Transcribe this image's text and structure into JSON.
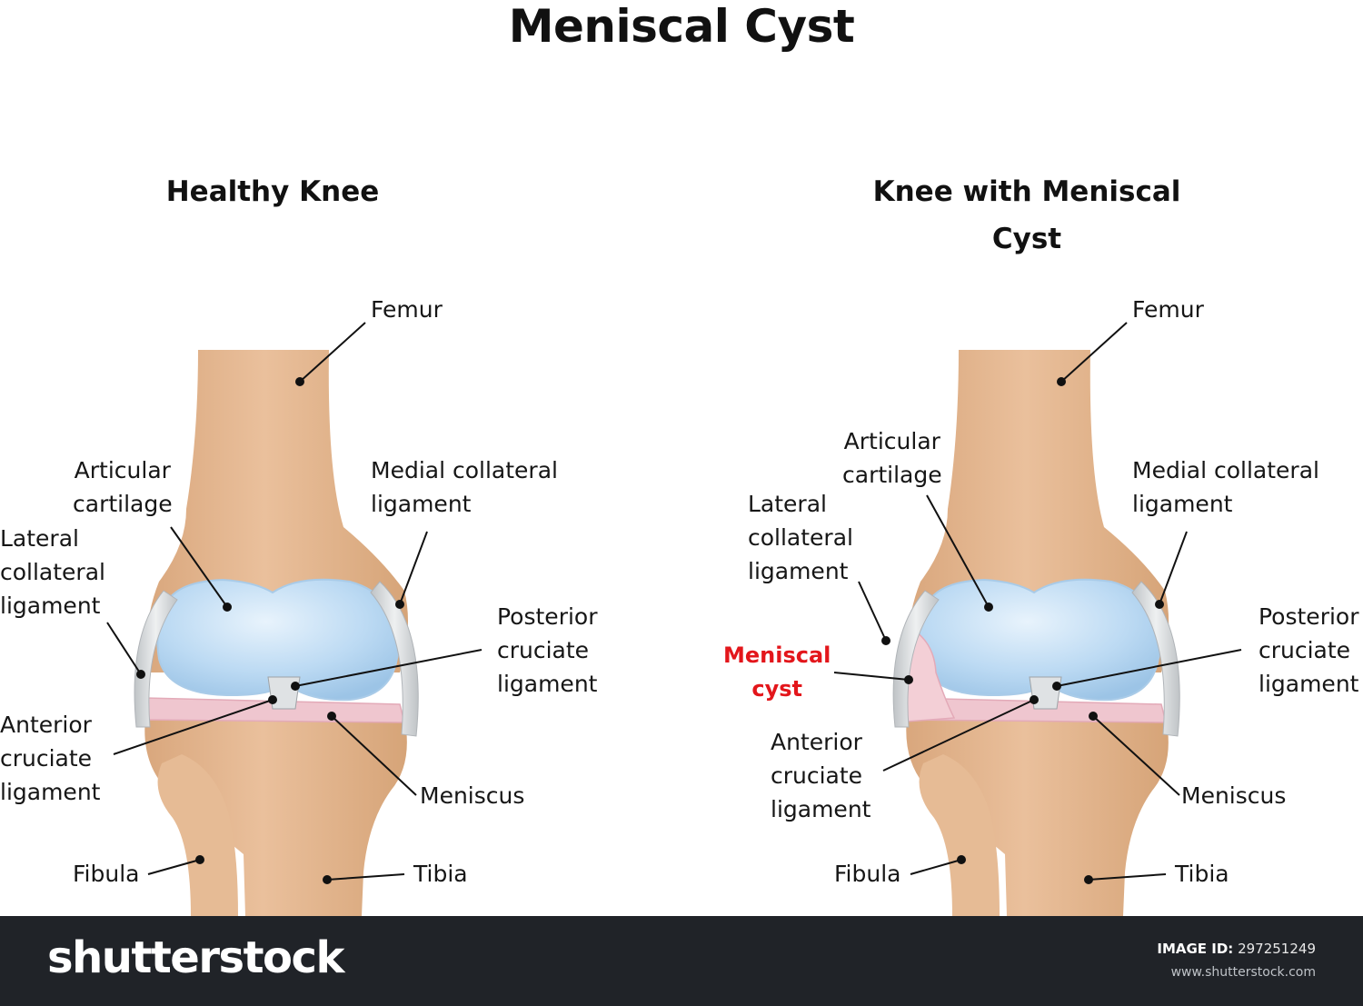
{
  "title": "Meniscal Cyst",
  "panels": [
    {
      "subtitle": "Healthy Knee",
      "labels": {
        "femur": "Femur",
        "articular_cartilage": "Articular\ncartilage",
        "medial_collateral_ligament": "Medial collateral\nligament",
        "lateral_collateral_ligament": "Lateral\ncollateral\nligament",
        "posterior_cruciate_ligament": "Posterior\ncruciate\nligament",
        "anterior_cruciate_ligament": "Anterior\ncruciate\nligament",
        "meniscus": "Meniscus",
        "fibula": "Fibula",
        "tibia": "Tibia"
      }
    },
    {
      "subtitle": "Knee with Meniscal\nCyst",
      "labels": {
        "femur": "Femur",
        "articular_cartilage": "Articular\ncartilage",
        "medial_collateral_ligament": "Medial collateral\nligament",
        "lateral_collateral_ligament": "Lateral\ncollateral\nligament",
        "meniscal_cyst": "Meniscal\ncyst",
        "posterior_cruciate_ligament": "Posterior\ncruciate\nligament",
        "anterior_cruciate_ligament": "Anterior\ncruciate\nligament",
        "meniscus": "Meniscus",
        "fibula": "Fibula",
        "tibia": "Tibia"
      }
    }
  ],
  "footer": {
    "brand": "shutterstock",
    "image_id_label": "IMAGE ID:",
    "image_id": "297251249",
    "site": "www.shutterstock.com"
  },
  "colors": {
    "bone": "#e2b48c",
    "cartilage": "#b8d8f2",
    "meniscus": "#efc6cf",
    "ligament": "#d6d9dc",
    "cyst_label": "#e3161b",
    "footer_bg": "#202328"
  }
}
